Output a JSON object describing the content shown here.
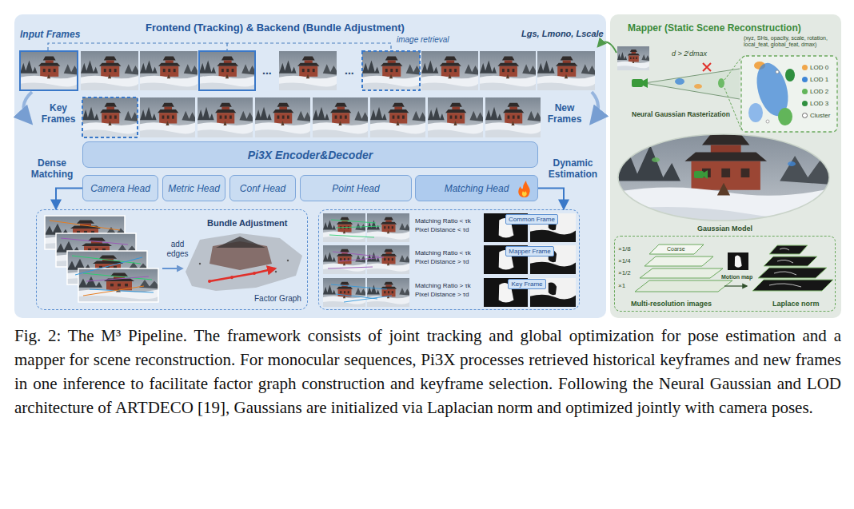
{
  "diagram": {
    "caption": "Fig. 2: The M³ Pipeline. The framework consists of joint tracking and global optimization for pose estimation and a mapper for scene reconstruction. For monocular sequences, Pi3X processes retrieved historical keyframes and new frames in one inference to facilitate factor graph construction and keyframe selection. Following the Neural Gaussian and LOD architecture of ARTDECO [19], Gaussians are initialized via Laplacian norm and optimized jointly with camera poses.",
    "nodes": [
      {
        "text": [
          "Frontend (Tracking) & Backend (Bundle Adjustment)"
        ]
      },
      {
        "text": [
          "Pi3X Encoder&Decoder"
        ],
        "in": 0
      },
      {
        "text": [
          "Camera Head"
        ],
        "in": 0
      },
      {
        "text": [
          "Metric Head"
        ],
        "in": 0
      },
      {
        "text": [
          "Conf Head"
        ],
        "in": 0
      },
      {
        "text": [
          "Point Head"
        ],
        "in": 0
      },
      {
        "text": [
          "Matching Head"
        ],
        "in": 0
      },
      {
        "text": [
          "Bundle Adjustment",
          "add edges",
          "Factor Graph"
        ],
        "in": 0
      },
      {
        "text": [
          "Matching Ratio < τk",
          "Pixel Distance < τd",
          "Matching Ratio < τk",
          "Pixel Distance > τd",
          "Matching Ratio > τk",
          "Pixel Distance > τd"
        ],
        "in": 0
      },
      {
        "text": [
          "Common Frame"
        ],
        "in": 8
      },
      {
        "text": [
          "Mapper Frame"
        ],
        "in": 8
      },
      {
        "text": [
          "Key Frame"
        ],
        "in": 8
      },
      {
        "text": [
          "Mapper (Static Scene Reconstruction)"
        ]
      },
      {
        "text": [
          "Multi-resolution images",
          "Laplace norm"
        ],
        "in": 12
      }
    ],
    "edges": [
      {
        "from": 2,
        "to": 7,
        "arrow": "to"
      },
      {
        "from": 6,
        "to": 8,
        "arrow": "to"
      }
    ],
    "labels": [
      "Input Frames",
      "image retrieval",
      "Lgs, Lmono, Lscale",
      "Key Frames",
      "New Frames",
      "Dense Matching",
      "Dynamic Estimation",
      "...",
      "...",
      "(xyz, SHs, opacity, scale, rotation, local_feat, global_feat, dmax)",
      "d > 2ⁱdmax",
      "Neural Gaussian Rasterization",
      "Gaussian Model",
      "×1/8",
      "×1/4",
      "×1/2",
      "×1",
      "Coarse",
      "Motion map"
    ],
    "legend": [
      {
        "text": "LOD 0",
        "color": "#f0a64a"
      },
      {
        "text": "LOD 1",
        "color": "#3f86d6"
      },
      {
        "text": "LOD 2",
        "color": "#62b55a"
      },
      {
        "text": "LOD 3",
        "color": "#2f8f3f"
      },
      {
        "text": "Cluster"
      }
    ]
  }
}
